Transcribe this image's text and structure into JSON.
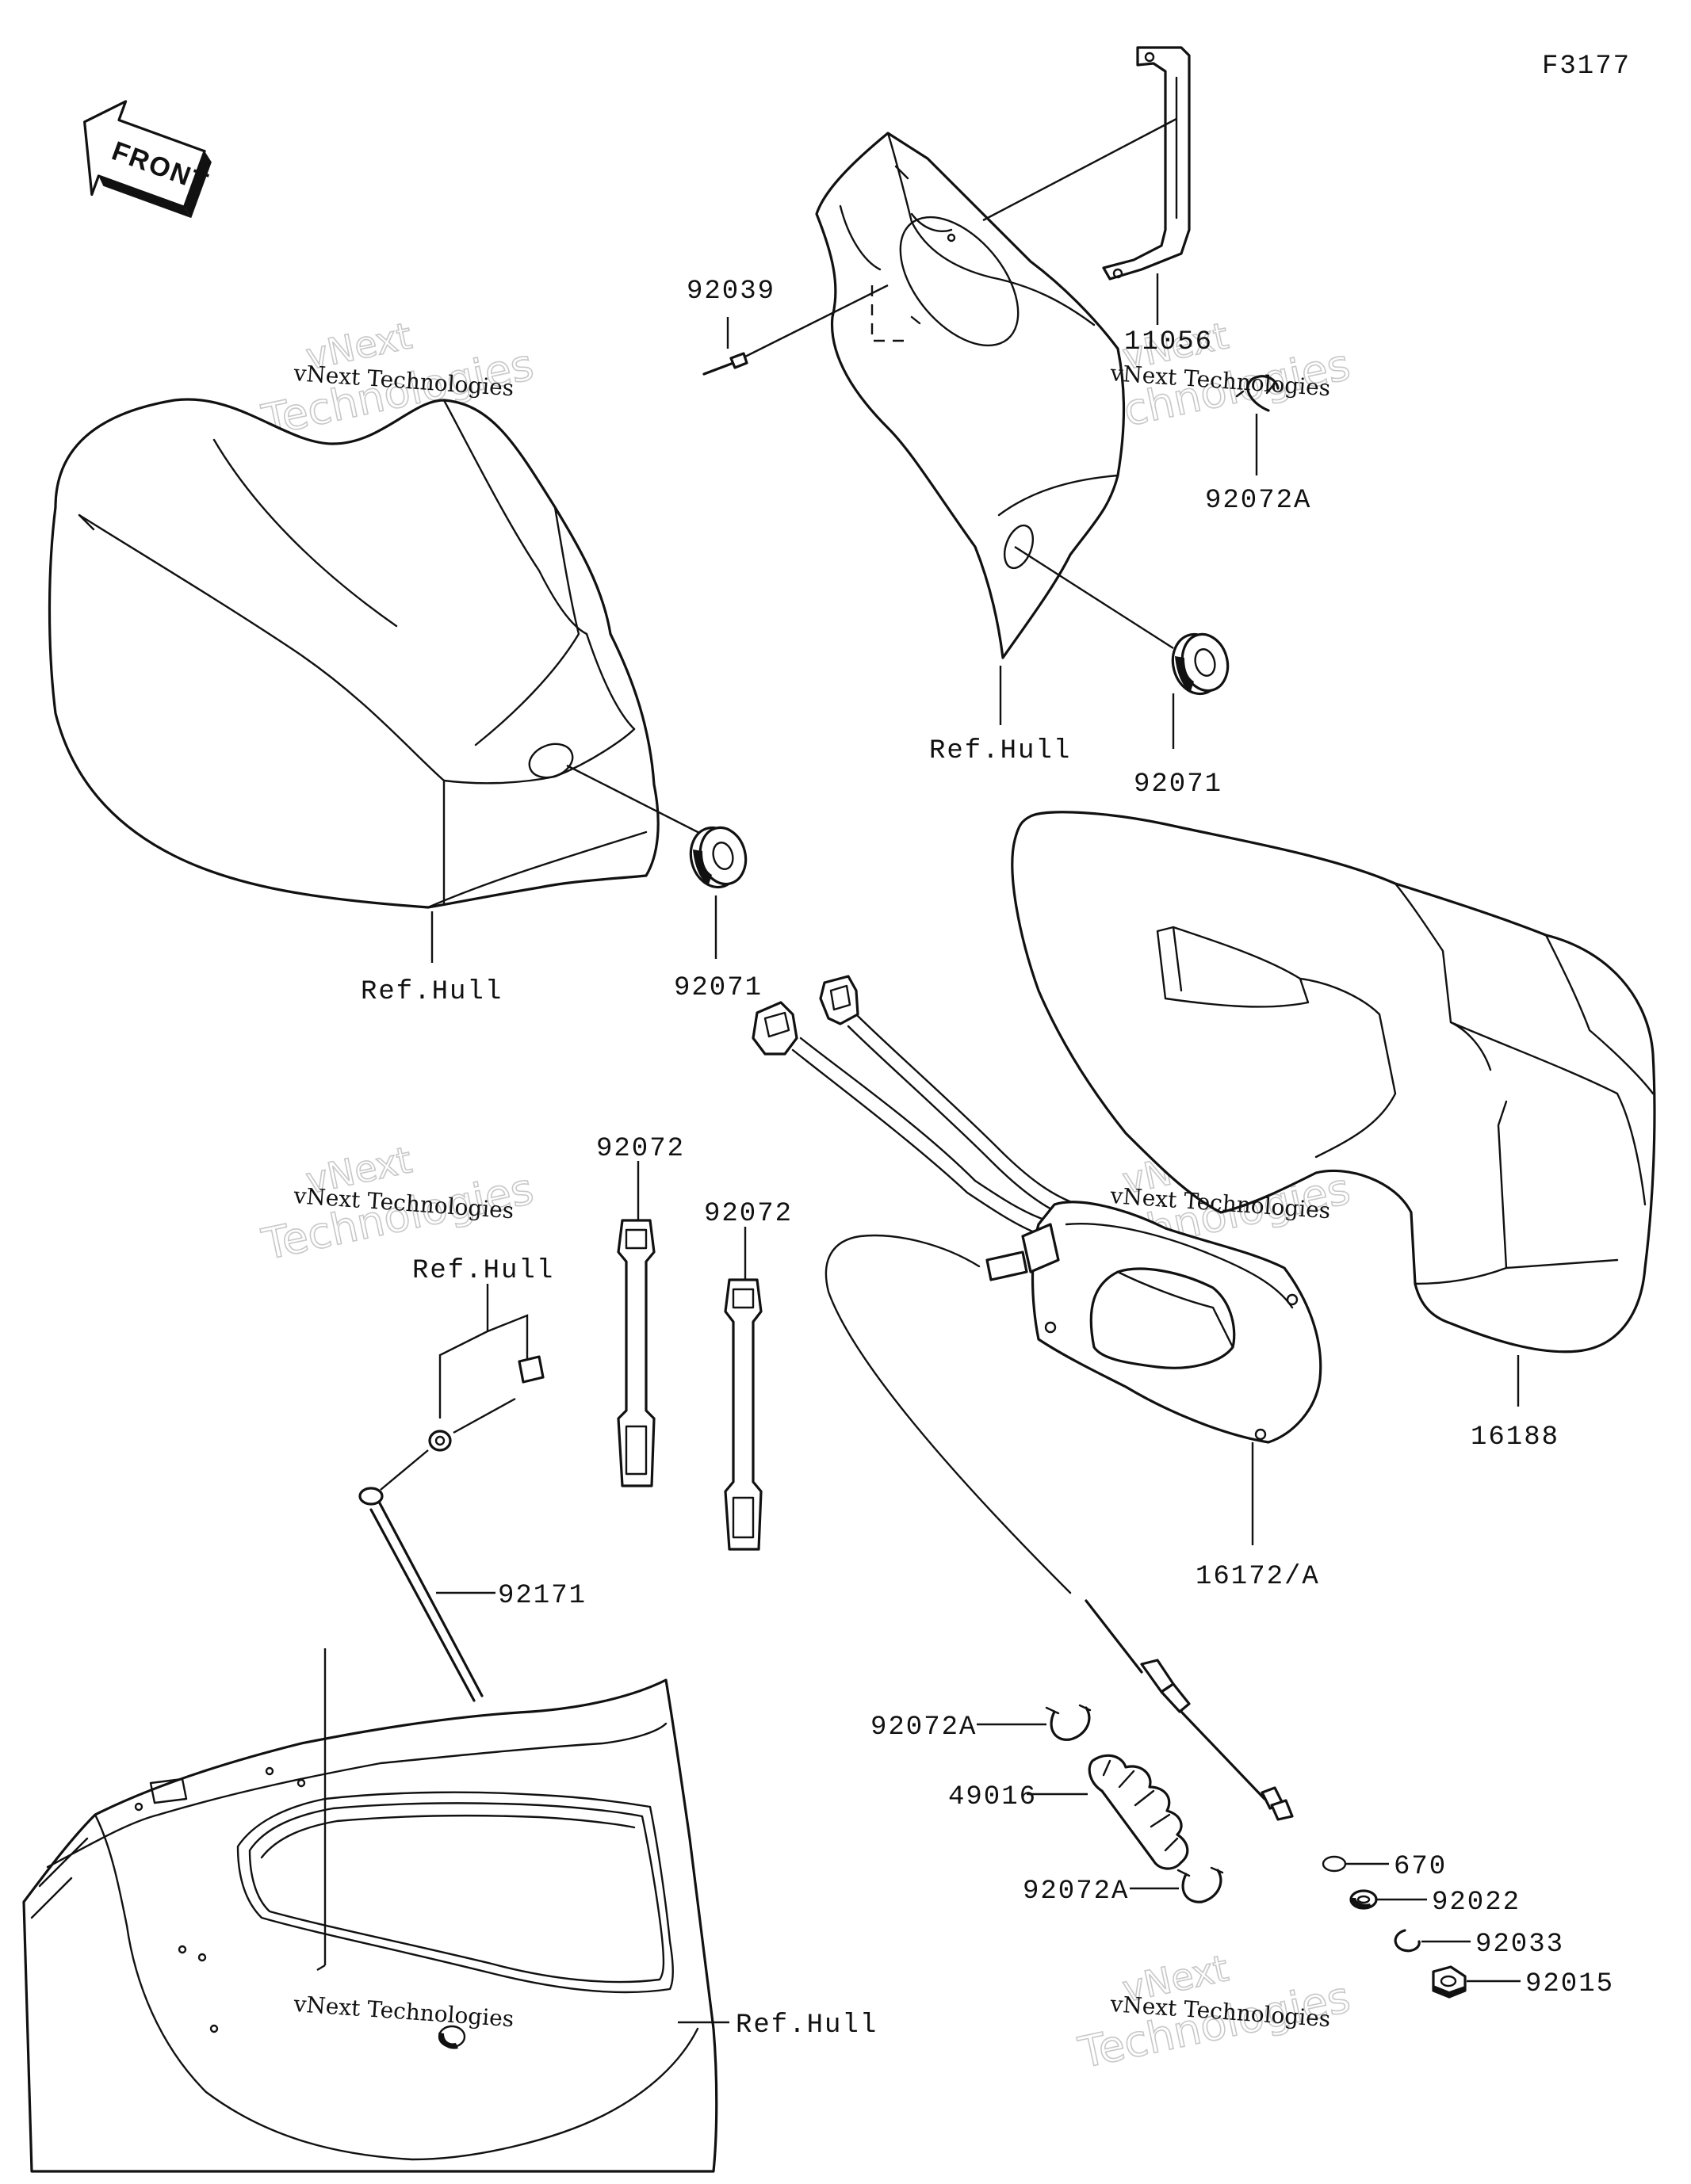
{
  "figure_code": "F3177",
  "front_arrow_label": "FRONT",
  "watermark": {
    "line_a": "vNext",
    "line_b": "Technologies",
    "caption": "vNext Technologies"
  },
  "parts": {
    "p11056": "11056",
    "p92039": "92039",
    "p92072A_top": "92072A",
    "p92071_upper": "92071",
    "ref_hull_upper": "Ref.Hull",
    "ref_hull_left": "Ref.Hull",
    "p92071_left": "92071",
    "p92072_a": "92072",
    "p92072_b": "92072",
    "ref_hull_mid": "Ref.Hull",
    "p92171": "92171",
    "p16188": "16188",
    "p16172A": "16172/A",
    "p92072A_mid": "92072A",
    "p49016": "49016",
    "p92072A_low": "92072A",
    "p670": "670",
    "p92022": "92022",
    "p92033": "92033",
    "p92015": "92015",
    "ref_hull_bottom": "Ref.Hull"
  }
}
